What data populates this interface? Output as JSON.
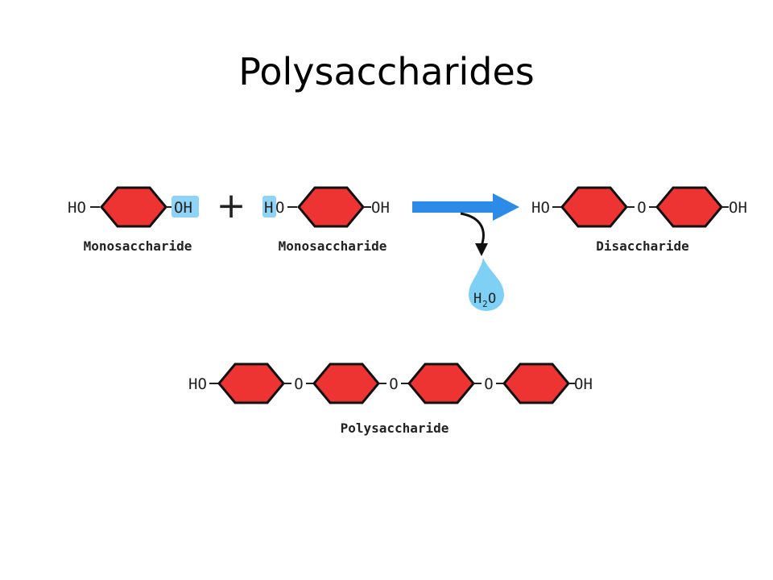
{
  "title": "Polysaccharides",
  "colors": {
    "ring_fill": "#ee3333",
    "ring_stroke": "#111111",
    "highlight": "#8fd4f7",
    "arrow": "#2b8be6",
    "water": "#7fd0f5",
    "text": "#222222"
  },
  "reaction": {
    "mono1": {
      "left_group": "HO",
      "right_group": "OH",
      "label": "Monosaccharide"
    },
    "plus": "+",
    "mono2": {
      "left_group_h": "H",
      "left_group_o": "O",
      "right_group": "OH",
      "label": "Monosaccharide"
    },
    "byproduct": {
      "h": "H",
      "sub": "2",
      "o": "O"
    },
    "product": {
      "left_group": "HO",
      "bridge": "O",
      "right_group": "OH",
      "label": "Disaccharide"
    }
  },
  "polymer": {
    "left_group": "HO",
    "bridges": [
      "O",
      "O",
      "O"
    ],
    "right_group": "OH",
    "label": "Polysaccharide"
  }
}
